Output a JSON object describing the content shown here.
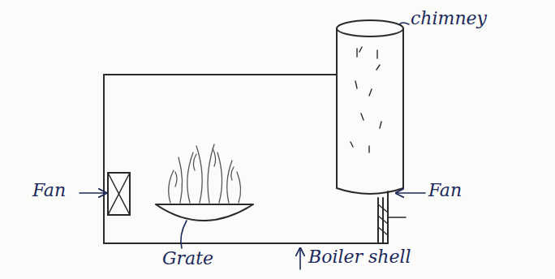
{
  "diagram": {
    "labels": [
      "chimney",
      "Fan",
      "Fan",
      "Grate",
      "Boiler shell"
    ]
  }
}
